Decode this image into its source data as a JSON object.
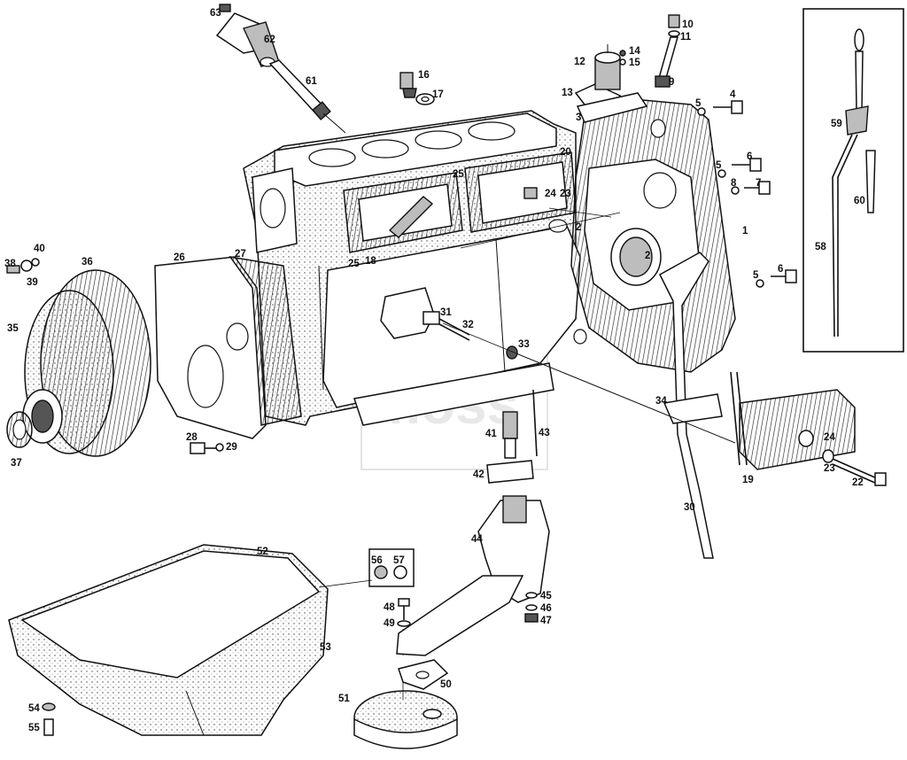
{
  "watermark": "moss",
  "part_labels": [
    "1",
    "2",
    "3",
    "4",
    "5",
    "6",
    "7",
    "8",
    "9",
    "10",
    "11",
    "12",
    "13",
    "14",
    "15",
    "16",
    "17",
    "18",
    "19",
    "20",
    "22",
    "23",
    "24",
    "25",
    "26",
    "27",
    "28",
    "29",
    "30",
    "31",
    "32",
    "33",
    "34",
    "35",
    "36",
    "37",
    "38",
    "39",
    "40",
    "41",
    "42",
    "43",
    "44",
    "45",
    "46",
    "47",
    "48",
    "49",
    "50",
    "51",
    "52",
    "53",
    "54",
    "55",
    "56",
    "57",
    "58",
    "59",
    "60",
    "61",
    "62",
    "63"
  ]
}
